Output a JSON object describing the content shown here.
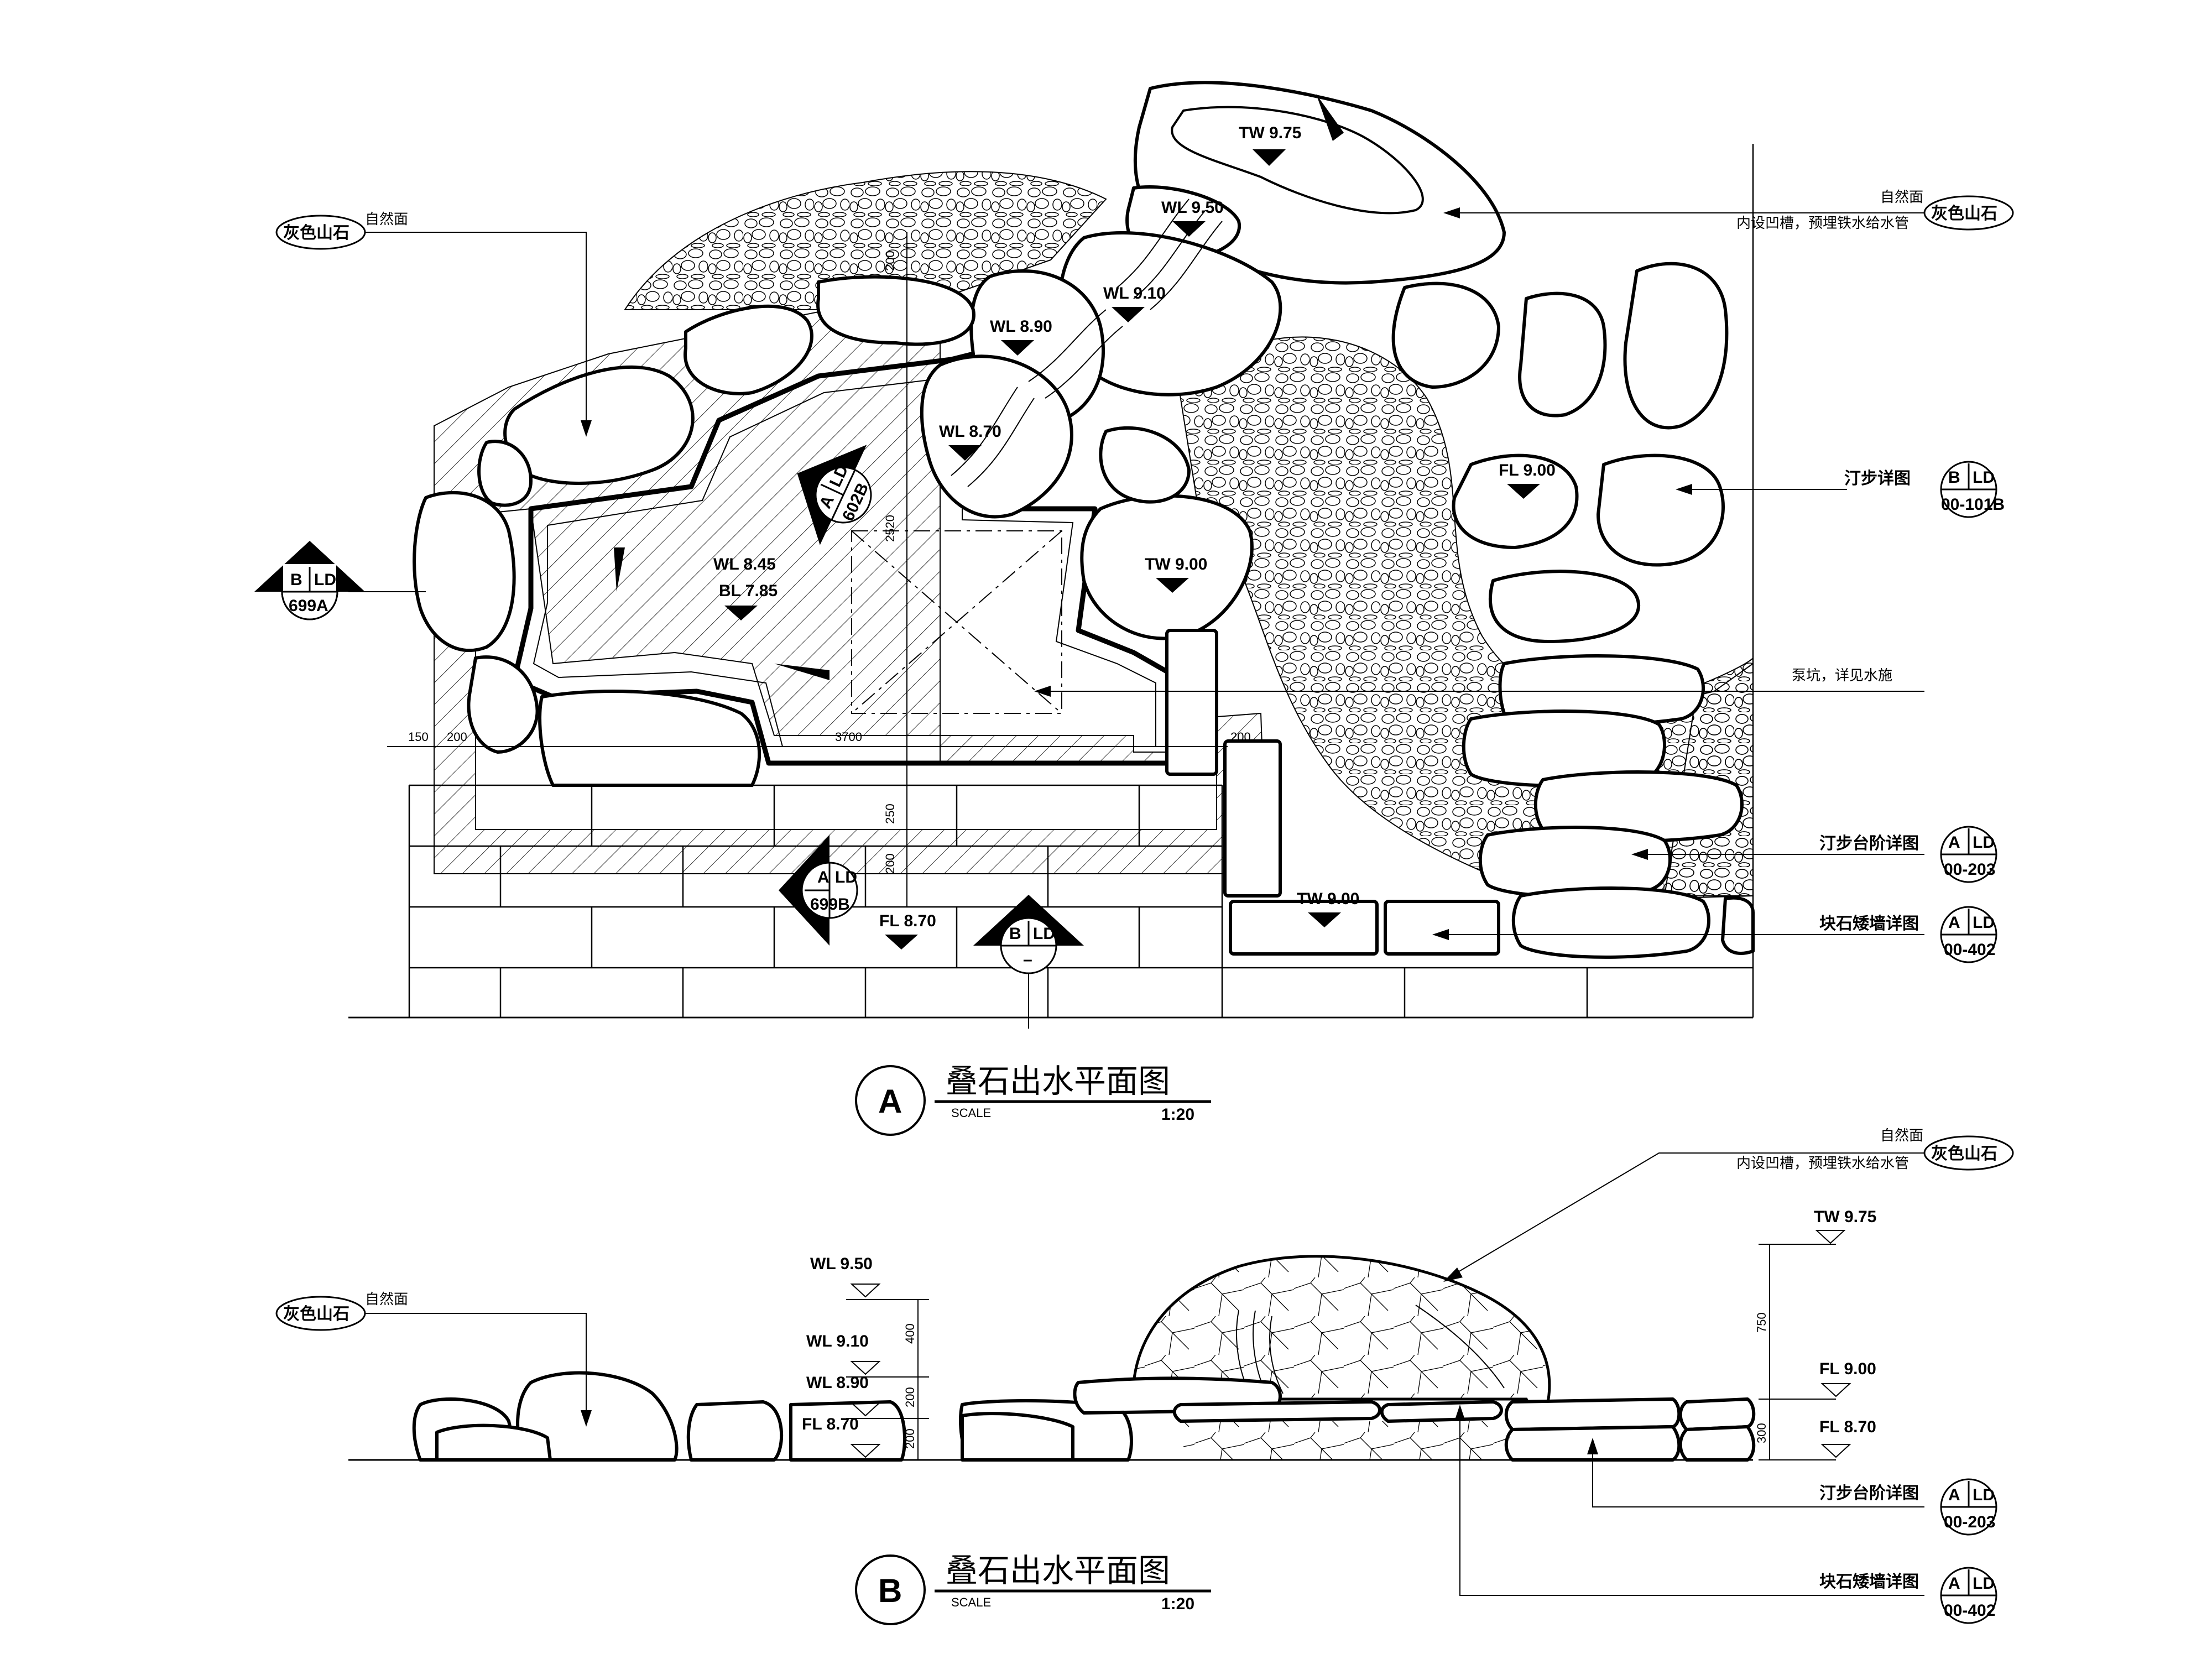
{
  "plan": {
    "title": "叠石出水平面图",
    "id": "A",
    "scale_label": "SCALE",
    "scale": "1:20",
    "labels": {
      "tw975": "TW 9.75",
      "wl950": "WL 9.50",
      "wl910": "WL 9.10",
      "wl890": "WL 8.90",
      "wl870": "WL 8.70",
      "wl845": "WL 8.45",
      "bl785": "BL 7.85",
      "tw900a": "TW 9.00",
      "tw900b": "TW 9.00",
      "fl900": "FL 9.00",
      "fl870": "FL 8.70"
    },
    "dims": {
      "d150": "150",
      "d200a": "200",
      "d200b": "200",
      "d200c": "200",
      "d200d": "200",
      "d250": "250",
      "d2520": "2520",
      "d3700": "3700"
    },
    "callouts": {
      "rock_left": {
        "small": "自然面",
        "main": "灰色山石"
      },
      "rock_right": {
        "small": "自然面",
        "note": "内设凹槽，预埋铁水给水管",
        "main": "灰色山石"
      },
      "step_detail": "汀步详图",
      "pump": "泵坑，详见水施",
      "step_stair": "汀步台阶详图",
      "wall": "块石矮墙详图"
    },
    "markers": {
      "sec_b_699a": {
        "a": "B",
        "b": "LD",
        "ref": "699A"
      },
      "sec_a_602b": {
        "a": "A",
        "b": "LD",
        "ref": "602B"
      },
      "sec_a_699b": {
        "a": "A",
        "b": "LD",
        "ref": "699B"
      },
      "sec_b_dash": {
        "a": "B",
        "b": "LD",
        "ref": "–"
      },
      "det_b_101b": {
        "a": "B",
        "b": "LD",
        "ref": "00-101B"
      },
      "det_a_203": {
        "a": "A",
        "b": "LD",
        "ref": "00-203"
      },
      "det_a_402": {
        "a": "A",
        "b": "LD",
        "ref": "00-402"
      }
    }
  },
  "section": {
    "title": "叠石出水平面图",
    "id": "B",
    "scale_label": "SCALE",
    "scale": "1:20",
    "labels": {
      "wl950": "WL 9.50",
      "wl910": "WL 9.10",
      "wl890": "WL 8.90",
      "fl870a": "FL 8.70",
      "tw975": "TW 9.75",
      "fl900": "FL 9.00",
      "fl870b": "FL 8.70"
    },
    "dims": {
      "d400": "400",
      "d200a": "200",
      "d200b": "200",
      "d750": "750",
      "d300": "300"
    },
    "callouts": {
      "rock_left": {
        "small": "自然面",
        "main": "灰色山石"
      },
      "rock_right": {
        "small": "自然面",
        "note": "内设凹槽，预埋铁水给水管",
        "main": "灰色山石"
      },
      "step_stair": "汀步台阶详图",
      "wall": "块石矮墙详图"
    },
    "markers": {
      "det_a_203": {
        "a": "A",
        "b": "LD",
        "ref": "00-203"
      },
      "det_a_402": {
        "a": "A",
        "b": "LD",
        "ref": "00-402"
      }
    }
  }
}
